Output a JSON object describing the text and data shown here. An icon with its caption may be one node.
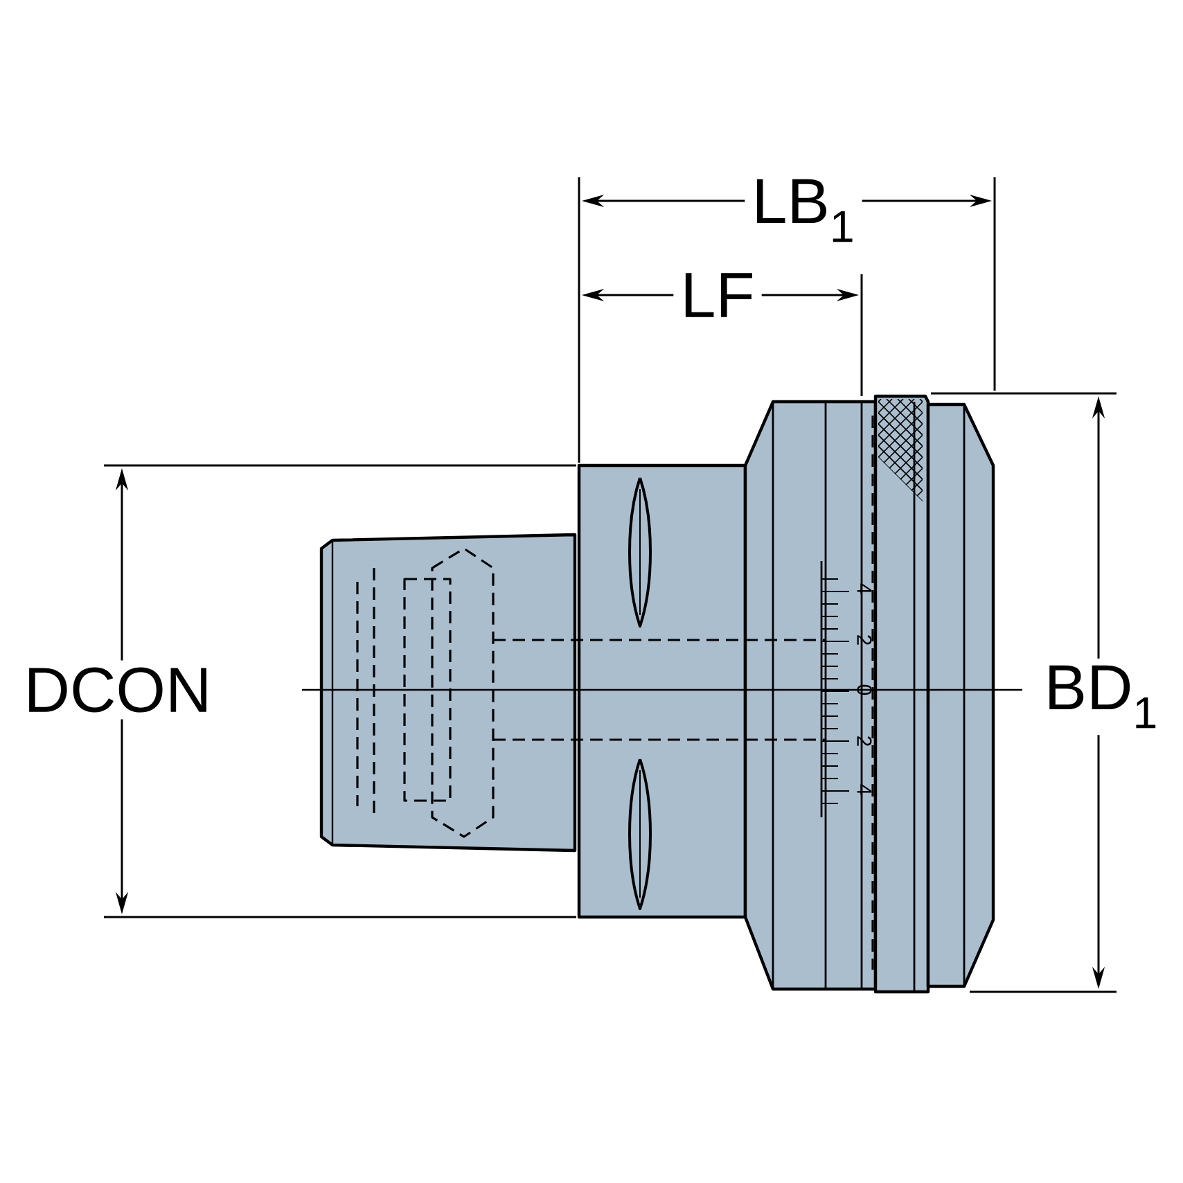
{
  "diagram": {
    "labels": [
      "LB$_{1}$",
      "LF",
      "DCON",
      "BD$_{1}$",
      "4",
      "2",
      "0",
      "2",
      "4"
    ]
  }
}
